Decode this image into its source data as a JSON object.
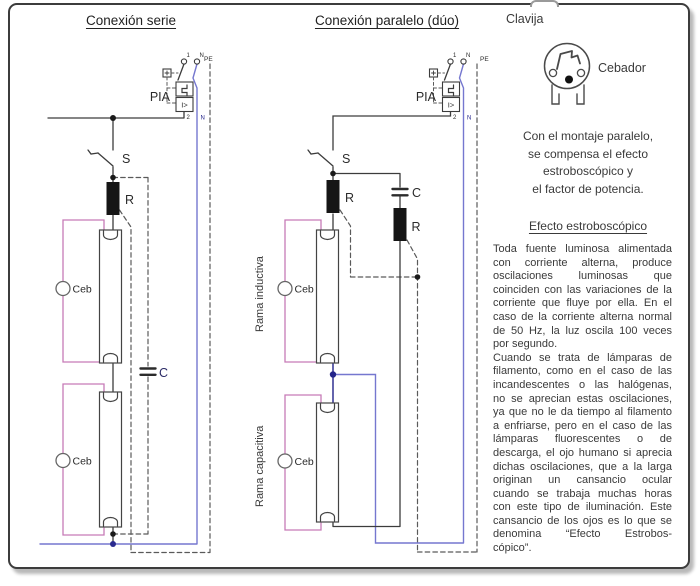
{
  "serie": {
    "title": "Conexión serie",
    "labels": {
      "pia": "PIA",
      "switch": "S",
      "ballast": "R",
      "capacitor": "C",
      "starter1": "Ceb",
      "starter2": "Ceb",
      "t1": "1",
      "tn": "N",
      "pe": "PE",
      "b2": "2",
      "bn": "N"
    }
  },
  "paralelo": {
    "title": "Conexión paralelo (dúo)",
    "labels": {
      "pia": "PIA",
      "switch": "S",
      "ballast1": "R",
      "ballast2": "R",
      "capacitor": "C",
      "starter1": "Ceb",
      "starter2": "Ceb",
      "t1": "1",
      "tn": "N",
      "pe": "PE",
      "b2": "2",
      "bn": "N",
      "rama_inductiva": "Rama inductiva",
      "rama_capacitiva": "Rama capacitiva"
    }
  },
  "info": {
    "clavija": "Clavija",
    "cebador": "Cebador",
    "note_lines": [
      "Con el montaje paralelo,",
      "se compensa el efecto",
      "estroboscópico y",
      "el factor de potencia."
    ],
    "heading": "Efecto estroboscópico",
    "body_lines": [
      "Toda fuente luminosa alimentada",
      "con corriente alterna, produce",
      "oscilaciones luminosas que",
      "coinciden con las variaciones de la",
      "corriente que fluye por ella. En el",
      "caso de la corriente alterna normal",
      "de 50 Hz, la luz oscila 100 veces",
      "por segundo.",
      "Cuando se trata de lámparas de",
      "filamento, como en el caso de las",
      "incandescentes o las halógenas,",
      "no se aprecian estas oscilaciones,",
      "ya que no le da tiempo al filamento",
      "a enfriarse, pero en el caso de las",
      "lámparas fluorescentes o de",
      "descarga, el ojo humano si aprecia",
      "dichas oscilaciones, que a la larga",
      "originan un cansancio ocular",
      "cuando se trabaja muchas horas",
      "con este tipo de iluminación. Este",
      "cansancio de los ojos es lo que se",
      "denomina “Efecto Estrobos-",
      "cópico”."
    ]
  },
  "colors": {
    "wire_dark": "#3c3c3c",
    "wire_blue": "#7577cf",
    "wire_navy": "#23238a",
    "starter_pink": "#c77bb6",
    "dash_gray": "#5a5a5a"
  }
}
